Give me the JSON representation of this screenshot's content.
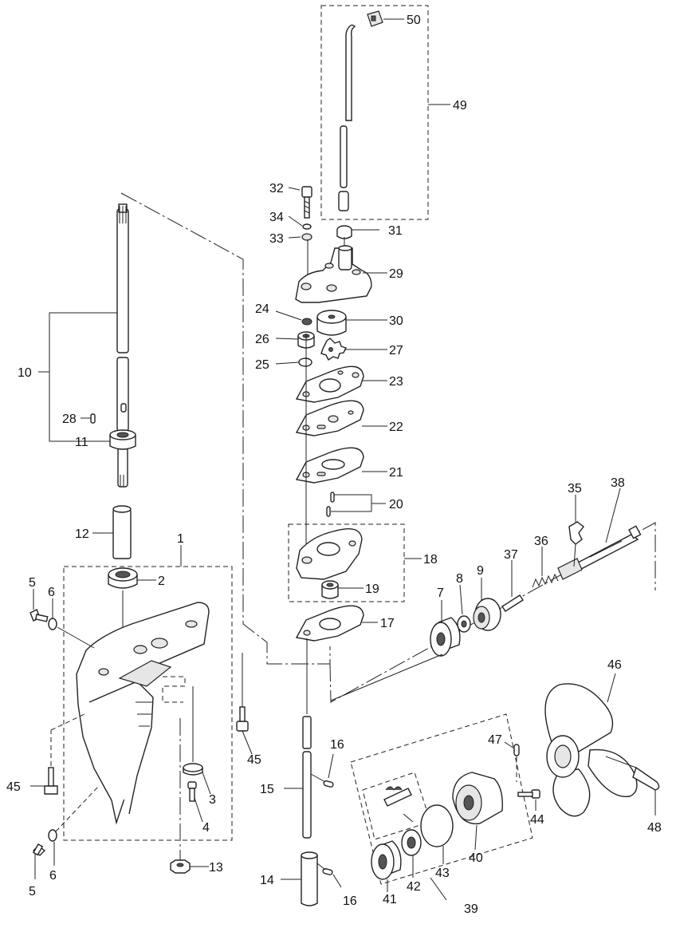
{
  "callouts": {
    "c1": "1",
    "c2": "2",
    "c3": "3",
    "c4": "4",
    "c5a": "5",
    "c5b": "5",
    "c6a": "6",
    "c6b": "6",
    "c7": "7",
    "c8": "8",
    "c9": "9",
    "c10": "10",
    "c11": "11",
    "c12": "12",
    "c13": "13",
    "c14": "14",
    "c15": "15",
    "c16a": "16",
    "c16b": "16",
    "c17": "17",
    "c18": "18",
    "c19": "19",
    "c20": "20",
    "c21": "21",
    "c22": "22",
    "c23": "23",
    "c24": "24",
    "c25": "25",
    "c26": "26",
    "c27": "27",
    "c28": "28",
    "c29": "29",
    "c30": "30",
    "c31": "31",
    "c32": "32",
    "c33": "33",
    "c34": "34",
    "c35": "35",
    "c36": "36",
    "c37": "37",
    "c38": "38",
    "c39": "39",
    "c40": "40",
    "c41": "41",
    "c42": "42",
    "c43": "43",
    "c44": "44",
    "c45a": "45",
    "c45b": "45",
    "c46": "46",
    "c47": "47",
    "c48": "48",
    "c49": "49",
    "c50": "50"
  }
}
